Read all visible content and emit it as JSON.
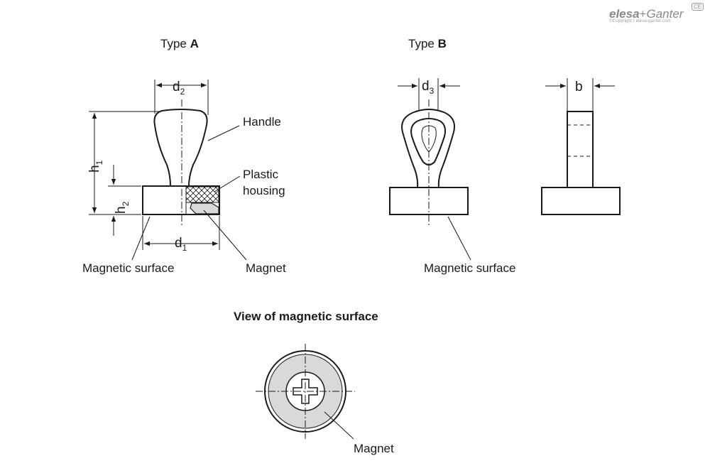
{
  "logo": {
    "brand_primary": "elesa",
    "separator": "+",
    "brand_secondary": "Ganter",
    "copyright": "©Copyright | elesa-ganter.com",
    "mark": "CE"
  },
  "type_a": {
    "title_prefix": "Type ",
    "title_letter": "A",
    "dim_d2": "d",
    "dim_d2_sub": "2",
    "dim_d1": "d",
    "dim_d1_sub": "1",
    "dim_h1": "h",
    "dim_h1_sub": "1",
    "dim_h2": "h",
    "dim_h2_sub": "2",
    "label_handle": "Handle",
    "label_plastic_1": "Plastic",
    "label_plastic_2": "housing",
    "label_magnetic_surface": "Magnetic surface",
    "label_magnet": "Magnet"
  },
  "type_b": {
    "title_prefix": "Type ",
    "title_letter": "B",
    "dim_d3": "d",
    "dim_d3_sub": "3",
    "dim_b": "b",
    "label_magnetic_surface": "Magnetic surface"
  },
  "view": {
    "title": "View of magnetic surface",
    "label_magnet": "Magnet"
  },
  "colors": {
    "line": "#1a1a1a",
    "magnet_fill": "#d9d9d9",
    "logo_gray": "#8a8a8a"
  }
}
